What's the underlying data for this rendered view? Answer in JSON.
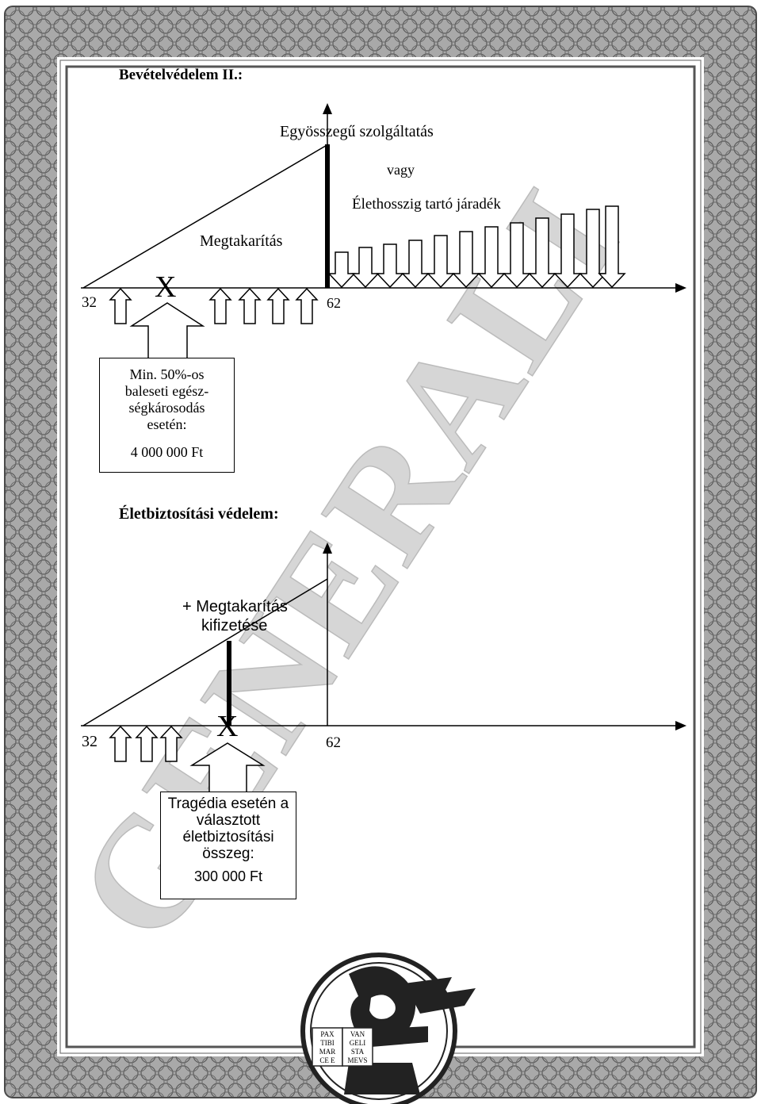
{
  "section1": {
    "heading": "Bevételvédelem II.:",
    "top_label": "Egyösszegű szolgáltatás",
    "or_label": "vagy",
    "annuity_label": "Élethosszig tartó járadék",
    "savings_label": "Megtakarítás",
    "start_age": "32",
    "end_age": "62",
    "event_marker": "X",
    "box": {
      "lines": [
        "Min. 50%-os",
        "baleseti egész-",
        "ségkárosodás",
        "esetén:"
      ],
      "amount": "4 000 000 Ft"
    }
  },
  "section2": {
    "heading": "Életbiztosítási védelem:",
    "savings_line1": "+ Megtakarítás",
    "savings_line2": "kifizetése",
    "start_age": "32",
    "end_age": "62",
    "event_marker": "X",
    "box": {
      "lines": [
        "Tragédia esetén a",
        "választott",
        "életbiztosítási",
        "összeg:"
      ],
      "amount": "300 000 Ft"
    }
  },
  "watermark": {
    "text": "GENERALI",
    "seal_left": [
      "PAX",
      "TIBI",
      "MAR",
      "CE E"
    ],
    "seal_right": [
      "VAN",
      "GELI",
      "STA",
      "MEVS"
    ]
  },
  "colors": {
    "border": "#9a9a9a",
    "watermark": "#d6d6d6",
    "ink": "#000000"
  }
}
